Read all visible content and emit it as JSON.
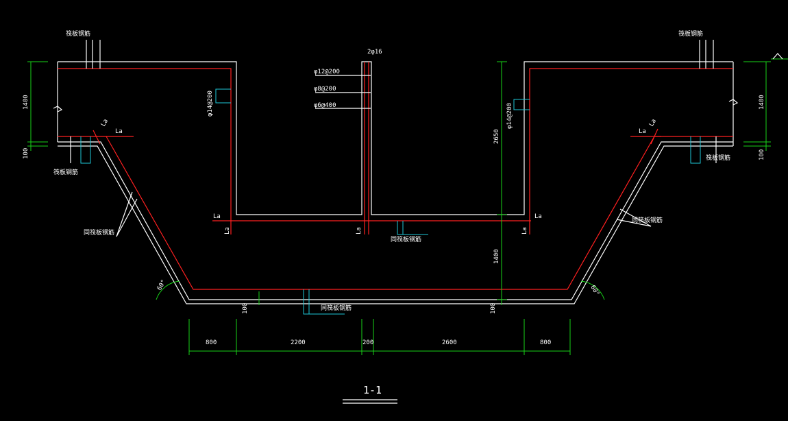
{
  "drawing": {
    "section_title": "1-1",
    "bottom_dims": [
      "800",
      "2200",
      "200",
      "2600",
      "800"
    ],
    "vertical_dims": {
      "left_top": "1400",
      "left_small": "100",
      "right_top": "1400",
      "right_small": "100",
      "wall_height": "2650",
      "lower_height": "1400",
      "bottom_left": "100",
      "bottom_right": "100"
    },
    "rebar_labels": {
      "center_top": "2φ16",
      "center_1": "φ12@200",
      "center_2": "φ8@200",
      "center_3": "φ6@400",
      "left_wall": "φ14@200",
      "right_wall": "φ14@200"
    },
    "slab_labels": {
      "top_left": "筏板钢筋",
      "top_right": "筏板钢筋",
      "mid_left": "筏板钢筋",
      "mid_right": "筏板钢筋",
      "slope_left": "同筏板钢筋",
      "slope_right": "同筏板钢筋",
      "center_bottom": "同筏板钢筋",
      "bottom": "同筏板钢筋"
    },
    "la_labels": [
      "La",
      "La",
      "La",
      "La",
      "La",
      "La",
      "La",
      "La",
      "La"
    ],
    "angles": {
      "left": "60°",
      "right": "60°"
    },
    "colors": {
      "background": "#000000",
      "outline": "#ffffff",
      "rebar": "#ff2020",
      "dimension": "#19d319",
      "leader": "#1ec8d8"
    }
  }
}
